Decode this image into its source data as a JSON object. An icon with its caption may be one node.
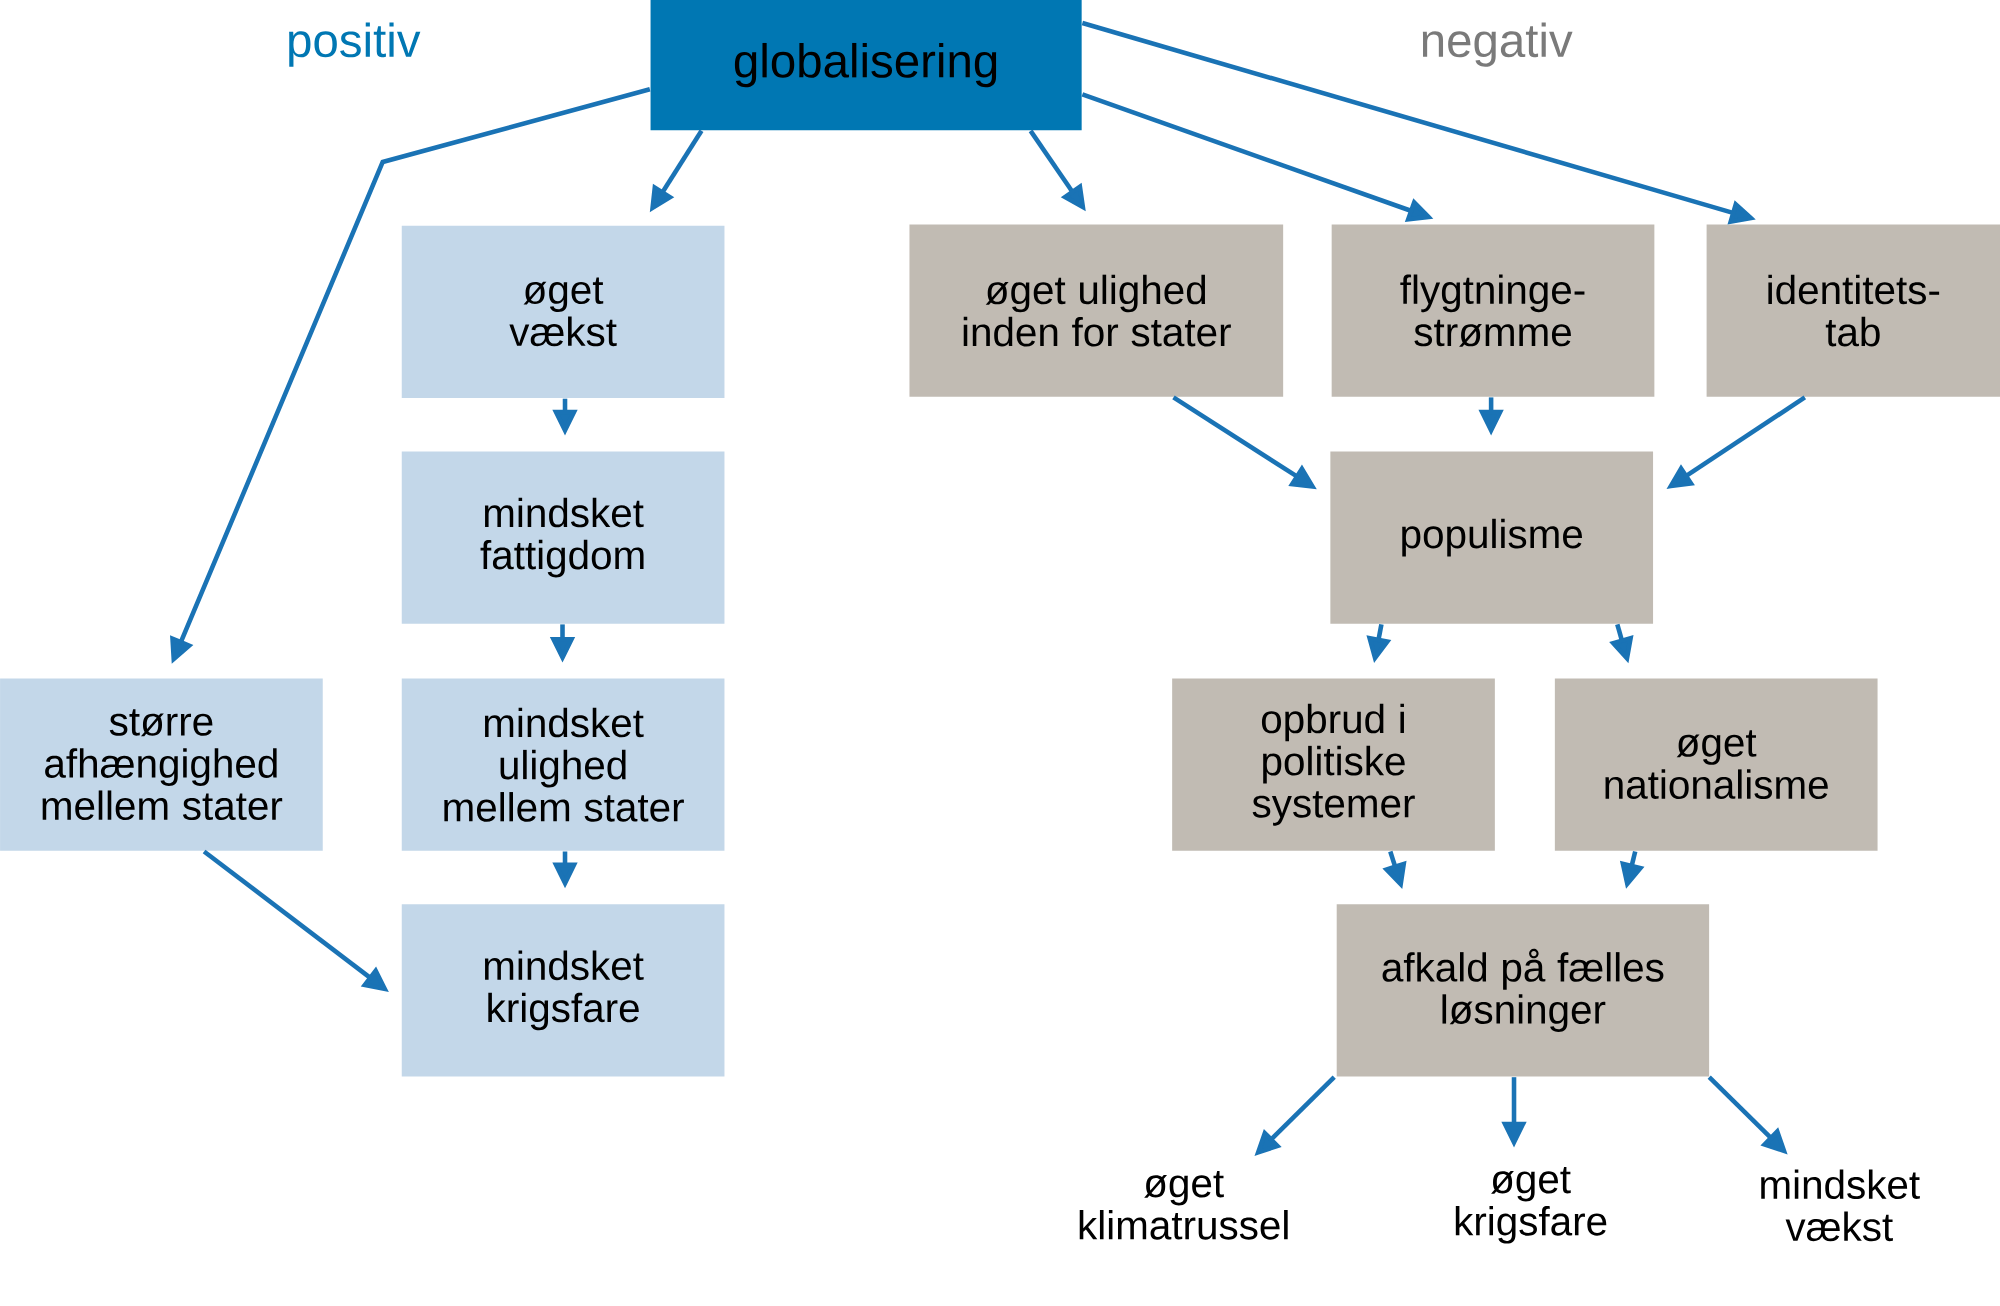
{
  "diagram": {
    "nodes": [
      {
        "text": [
          "globalisering"
        ]
      },
      {
        "text": [
          "øget vækst"
        ]
      },
      {
        "text": [
          "mindsket fattigdom"
        ]
      },
      {
        "text": [
          "mindsket ulighed mellem stater"
        ]
      },
      {
        "text": [
          "mindsket krigsfare"
        ]
      },
      {
        "text": [
          "større afhængighed mellem stater"
        ]
      },
      {
        "text": [
          "øget ulighed inden for stater"
        ]
      },
      {
        "text": [
          "flygtninge-strømme"
        ]
      },
      {
        "text": [
          "identitets-tab"
        ]
      },
      {
        "text": [
          "populisme"
        ]
      },
      {
        "text": [
          "opbrud i politiske systemer"
        ]
      },
      {
        "text": [
          "øget nationalisme"
        ]
      },
      {
        "text": [
          "afkald på fælles løsninger"
        ]
      },
      {
        "text": [
          "øget klimatrussel"
        ]
      },
      {
        "text": [
          "øget krigsfare"
        ]
      },
      {
        "text": [
          "mindsket vækst"
        ]
      }
    ],
    "edges": [
      {
        "from": 0,
        "to": 5,
        "arrow": "to"
      },
      {
        "from": 0,
        "to": 1,
        "arrow": "to"
      },
      {
        "from": 0,
        "to": 6,
        "arrow": "to"
      },
      {
        "from": 0,
        "to": 7,
        "arrow": "to"
      },
      {
        "from": 0,
        "to": 8,
        "arrow": "to"
      },
      {
        "from": 1,
        "to": 2,
        "arrow": "to"
      },
      {
        "from": 2,
        "to": 3,
        "arrow": "to"
      },
      {
        "from": 3,
        "to": 4,
        "arrow": "to"
      },
      {
        "from": 5,
        "to": 4,
        "arrow": "to"
      },
      {
        "from": 6,
        "to": 9,
        "arrow": "to"
      },
      {
        "from": 7,
        "to": 9,
        "arrow": "to"
      },
      {
        "from": 8,
        "to": 9,
        "arrow": "to"
      },
      {
        "from": 9,
        "to": 10,
        "arrow": "to"
      },
      {
        "from": 9,
        "to": 11,
        "arrow": "to"
      },
      {
        "from": 10,
        "to": 12,
        "arrow": "to"
      },
      {
        "from": 11,
        "to": 12,
        "arrow": "to"
      },
      {
        "from": 12,
        "to": 13,
        "arrow": "to"
      },
      {
        "from": 12,
        "to": 14,
        "arrow": "to"
      },
      {
        "from": 12,
        "to": 15,
        "arrow": "to"
      }
    ],
    "labels": [
      "positiv",
      "negativ"
    ]
  }
}
